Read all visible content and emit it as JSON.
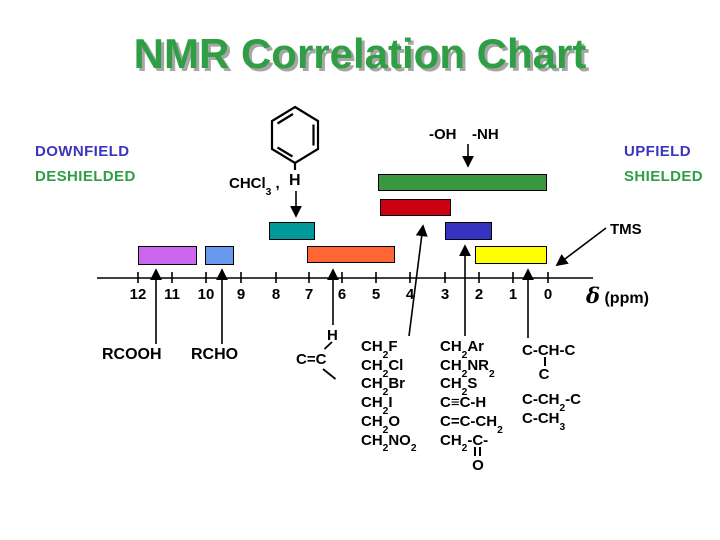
{
  "title": "NMR Correlation Chart",
  "colors": {
    "title_green": "#2f9e44",
    "field_blue": "#3a35bd",
    "shield_green": "#2f9e44",
    "bar_purple": "#cc66ee",
    "bar_lightblue": "#6699ee",
    "bar_teal": "#00999a",
    "bar_orange": "#ff6633",
    "bar_green": "#3a9741",
    "bar_red": "#cc0011",
    "bar_darkblue": "#3533c0",
    "bar_yellow": "#ffff00"
  },
  "side_labels": {
    "downfield": "DOWNFIELD",
    "deshielded": "DESHIELDED",
    "upfield": "UPFIELD",
    "shielded": "SHIELDED"
  },
  "annotations": {
    "chcl3": "CHCl~3~ ,",
    "benzene_h": "H",
    "oh": "-OH",
    "nh": "-NH",
    "tms": "TMS"
  },
  "axis": {
    "ticks": [
      "12",
      "11",
      "10",
      "9",
      "8",
      "7",
      "6",
      "5",
      "4",
      "3",
      "2",
      "1",
      "0"
    ],
    "unit_symbol": "δ",
    "unit_rest": " (ppm)"
  },
  "bottom_labels": {
    "rcooh": "RCOOH",
    "rcho": "RCHO",
    "vinyl_c": "C=C",
    "vinyl_h": "H",
    "ch2x_column": [
      "CH~2~F",
      "CH~2~Cl",
      "CH~2~Br",
      "CH~2~I",
      "CH~2~O",
      "CH~2~NO~2~"
    ],
    "ch2_column": [
      "CH~2~Ar",
      "CH~2~NR~2~",
      "CH~2~S",
      "C≡C-H",
      "C=C-CH~2~",
      "CH~2~-C-"
    ],
    "carbonyl_o": "O",
    "alkyl_chc": "C-CH-C",
    "alkyl_c_below": "C",
    "alkyl_ch2": "C-CH~2~-C",
    "alkyl_ch3": "C-CH~3~"
  },
  "chart_data": {
    "type": "bar",
    "subtype": "horizontal-range-bars",
    "title": "NMR Correlation Chart",
    "xlabel": "δ (ppm)",
    "x_ticks": [
      12,
      11,
      10,
      9,
      8,
      7,
      6,
      5,
      4,
      3,
      2,
      1,
      0
    ],
    "x_axis_reversed": true,
    "grid": false,
    "series": [
      {
        "label": "RCOOH",
        "range_ppm": [
          12.0,
          10.3
        ],
        "color": "#cc66ee"
      },
      {
        "label": "RCHO",
        "range_ppm": [
          10.0,
          9.2
        ],
        "color": "#6699ee"
      },
      {
        "label": "CHCl3 , benzene H (aromatic)",
        "range_ppm": [
          8.2,
          6.8
        ],
        "color": "#00999a"
      },
      {
        "label": "C=C-H (vinyl)",
        "range_ppm": [
          7.1,
          4.5
        ],
        "color": "#ff6633"
      },
      {
        "label": "-OH -NH",
        "range_ppm": [
          5.0,
          0.0
        ],
        "color": "#3a9741"
      },
      {
        "label": "CH2F CH2Cl CH2Br CH2I CH2O CH2NO2",
        "range_ppm": [
          4.9,
          2.9
        ],
        "color": "#cc0011"
      },
      {
        "label": "CH2Ar CH2NR2 CH2S C≡C-H C=C-CH2 CH2-C(=O)",
        "range_ppm": [
          3.0,
          1.6
        ],
        "color": "#3533c0"
      },
      {
        "label": "C-CH-C  C-CH2-C  C-CH3",
        "range_ppm": [
          2.1,
          0.0
        ],
        "color": "#ffff00"
      }
    ],
    "annotations": [
      {
        "label": "TMS",
        "at_ppm": 0
      },
      {
        "label": "DOWNFIELD / DESHIELDED",
        "side": "left"
      },
      {
        "label": "UPFIELD / SHIELDED",
        "side": "right"
      }
    ]
  }
}
